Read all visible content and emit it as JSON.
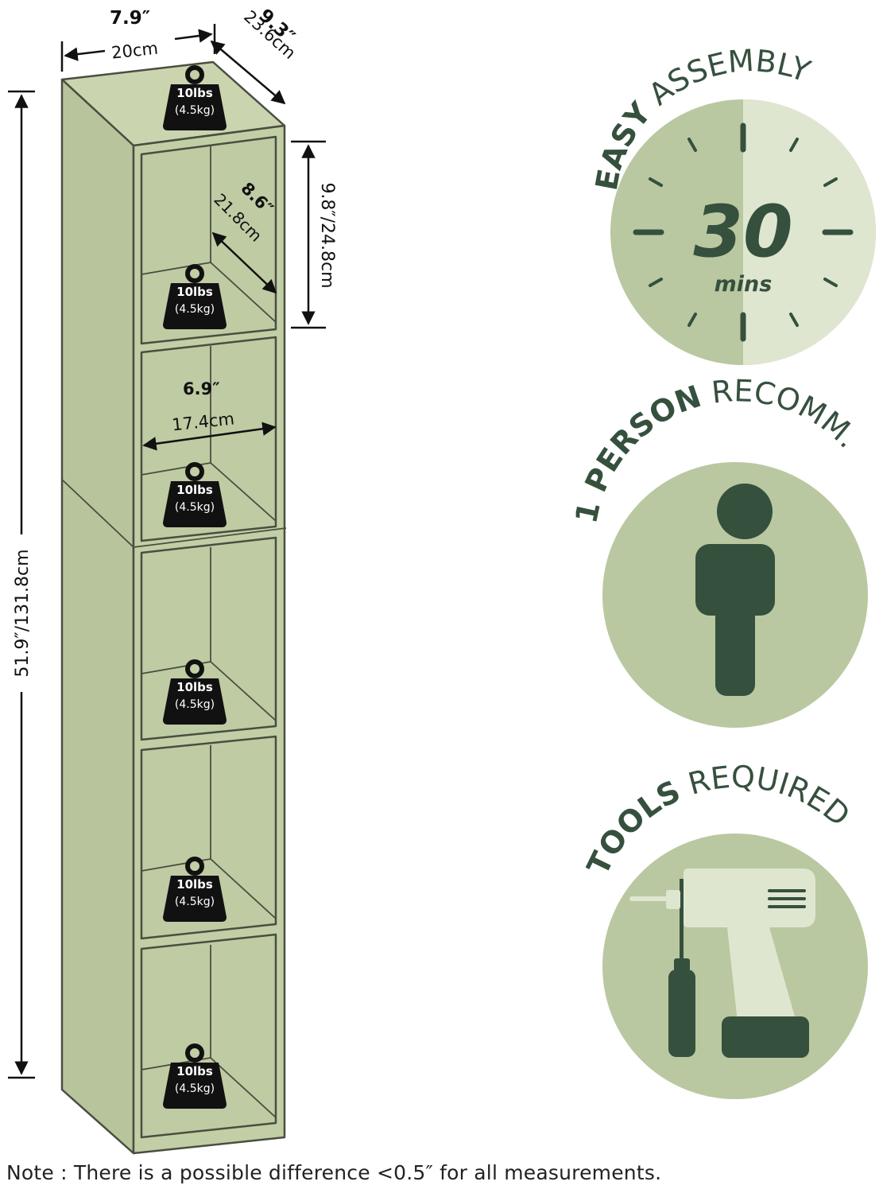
{
  "dimensions": {
    "width_in": "7.9″",
    "width_cm": "20cm",
    "depth_in": "9.3″",
    "depth_cm": "23.6cm",
    "height_label": "51.9″/131.8cm",
    "cube_height_label": "9.8″/24.8cm",
    "inner_depth_in": "8.6″",
    "inner_depth_cm": "21.8cm",
    "inner_width_in": "6.9″",
    "inner_width_cm": "17.4cm"
  },
  "weight_tag": {
    "line1": "10lbs",
    "line2": "(4.5kg)"
  },
  "badges": {
    "assembly": {
      "bold": "EASY",
      "light": "ASSEMBLY",
      "number": "30",
      "unit": "mins"
    },
    "person": {
      "bold": "1 PERSON",
      "light": "RECOMM."
    },
    "tools": {
      "bold": "TOOLS",
      "light": "REQUIRED"
    }
  },
  "note": "Note : There is a possible difference <0.5″ for all measurements.",
  "colors": {
    "shelf_fill": "#c2cfa6",
    "shelf_line": "#4a4e40",
    "dark_green": "#36503e",
    "mid_green": "#b9c8a0",
    "light_green": "#dfe6d0",
    "text_dark": "#1b1b1b"
  }
}
